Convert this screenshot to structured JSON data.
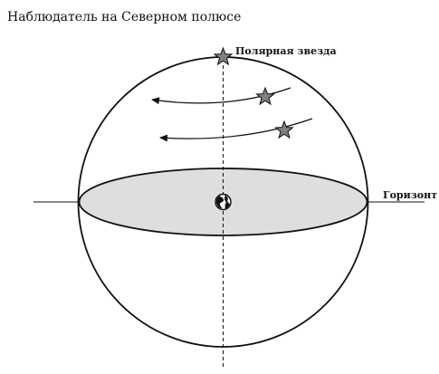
{
  "title": "Наблюдатель на Северном полюсе",
  "labels": {
    "polaris": "Полярная звезда",
    "horizon": "Горизонт"
  },
  "colors": {
    "line": "#111111",
    "horizon_fill": "#dedede",
    "star_fill": "#808080",
    "background": "#ffffff"
  },
  "icons": {
    "observer": "globe-icon",
    "star": "star-icon",
    "arrow": "arrow-left-icon"
  }
}
